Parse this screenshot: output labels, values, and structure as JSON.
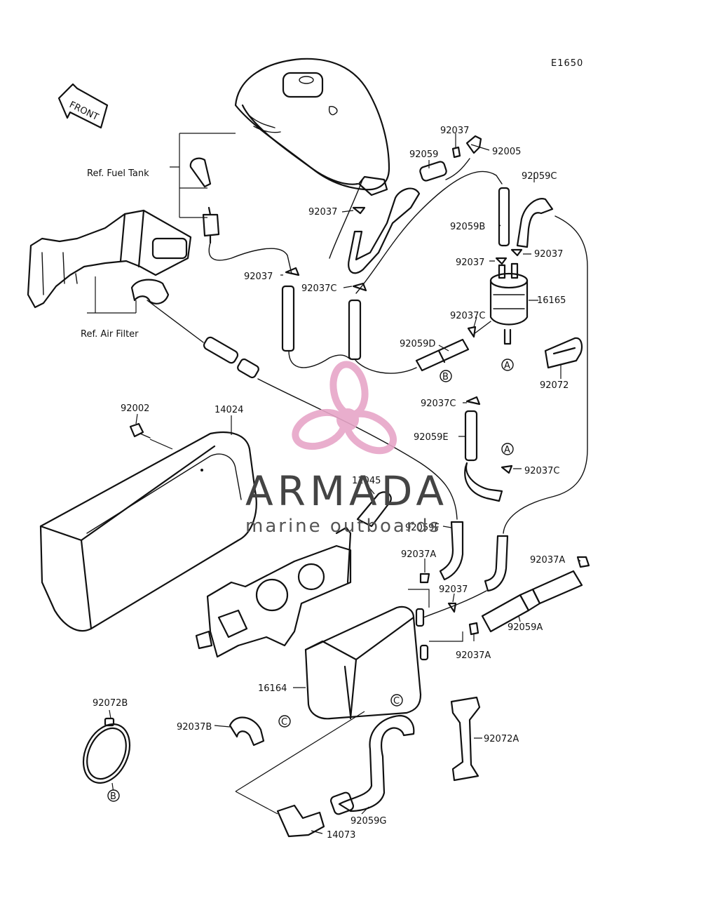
{
  "diagram": {
    "code": "E1650",
    "front_arrow": "FRONT",
    "refs": {
      "fuel_tank": "Ref. Fuel Tank",
      "air_filter": "Ref. Air Filter"
    },
    "parts": {
      "p92037_top": "92037",
      "p92059_top": "92059",
      "p92005": "92005",
      "p92059C": "92059C",
      "p92037_tank": "92037",
      "p92059B": "92059B",
      "p92037_r1": "92037",
      "p92037_r2": "92037",
      "p16165": "16165",
      "p92037C_filter": "92037C",
      "p92059D": "92059D",
      "p92037_left": "92037",
      "p92037C_mid": "92037C",
      "p92072": "92072",
      "p92002": "92002",
      "p14024": "14024",
      "p92037C_a": "92037C",
      "p92059E": "92059E",
      "p92037C_r": "92037C",
      "p11045": "11045",
      "p92059F": "92059F",
      "p92037A_l": "92037A",
      "p92037A_r": "92037A",
      "p92037_low": "92037",
      "p92059A": "92059A",
      "p92037A_low": "92037A",
      "p16164": "16164",
      "p92072B": "92072B",
      "p92037B": "92037B",
      "p92072A": "92072A",
      "p92059G": "92059G",
      "p14073": "14073"
    },
    "markers": {
      "a1": "A",
      "a2": "A",
      "b1": "B",
      "b2": "B",
      "c1": "C",
      "c2": "C"
    }
  },
  "watermark": {
    "title": "ARMADA",
    "subtitle": "marine outboards",
    "accent": "#e7a6c8"
  }
}
